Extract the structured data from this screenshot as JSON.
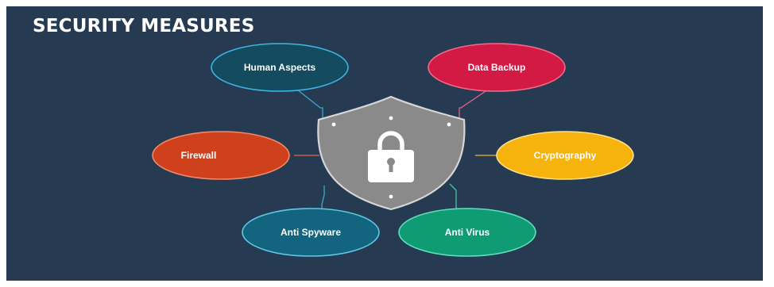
{
  "title": "SECURITY MEASURES",
  "center": {
    "icon": "padlock-icon",
    "shield_color": "#8a8a8a",
    "lock_color": "#ffffff"
  },
  "nodes": [
    {
      "id": "human-aspects",
      "label": "Human Aspects",
      "color": "#144b5e",
      "border": "#3bb6e3"
    },
    {
      "id": "data-backup",
      "label": "Data Backup",
      "color": "#d31a44",
      "border": "#f06a8a"
    },
    {
      "id": "firewall",
      "label": "Firewall",
      "color": "#cf401c",
      "border": "#f08a6a"
    },
    {
      "id": "cryptography",
      "label": "Cryptography",
      "color": "#f7b30d",
      "border": "#ffe08a"
    },
    {
      "id": "anti-spyware",
      "label": "Anti Spyware",
      "color": "#13657f",
      "border": "#5ec8e6"
    },
    {
      "id": "anti-virus",
      "label": "Anti Virus",
      "color": "#0f9c74",
      "border": "#5fe0bc"
    }
  ]
}
